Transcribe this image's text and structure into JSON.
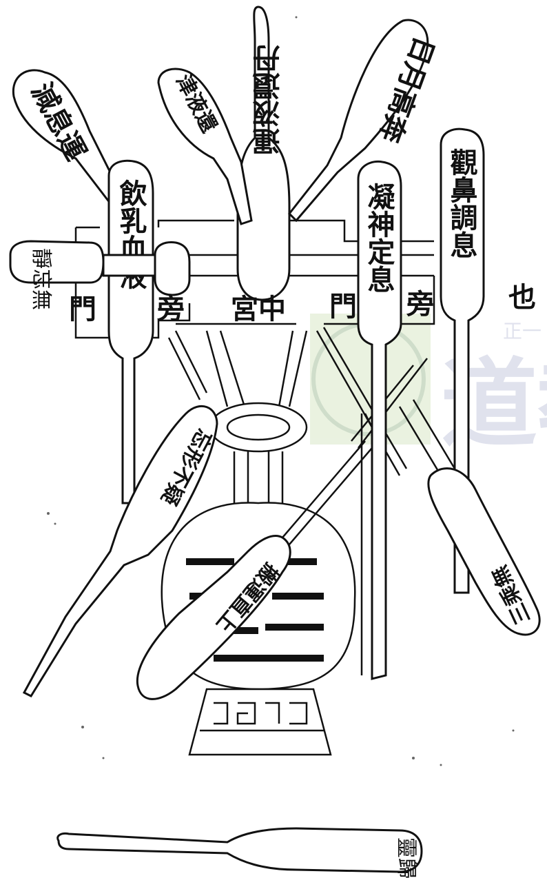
{
  "labels": {
    "reduce_breath": "減息運",
    "jin_ye": "津液還",
    "sun_moon": "日月高奔",
    "drink_milk": "飲乳血液",
    "circulate_dan": "運液還丹",
    "ning_shen": "凝神定息",
    "guan_bi": "觀鼻調息",
    "jing_wang": "靜忘無",
    "men_left": "門",
    "pang_left": "旁",
    "gong_zhong": "宮中",
    "men_right": "門",
    "pang_right": "旁",
    "ye": "也",
    "lower_left": "忘形不疑",
    "lower_center": "搬運直上",
    "lower_right": "三乘無",
    "bottom": "靈歸飲往"
  },
  "watermark": {
    "text": "道教",
    "sub": "正一",
    "color": "#c7cbe0"
  }
}
